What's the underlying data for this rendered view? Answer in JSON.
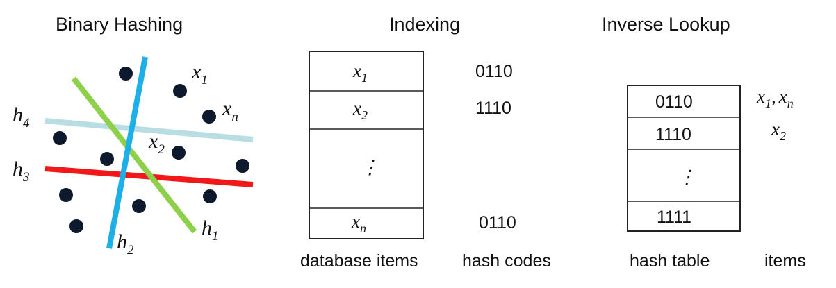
{
  "headings": {
    "binary_hashing": "Binary Hashing",
    "indexing": "Indexing",
    "inverse_lookup": "Inverse Lookup"
  },
  "hyperplanes": [
    {
      "base": "h",
      "sub": "1",
      "color": "#8dd04a"
    },
    {
      "base": "h",
      "sub": "2",
      "color": "#1eaee8"
    },
    {
      "base": "h",
      "sub": "3",
      "color": "#f01818"
    },
    {
      "base": "h",
      "sub": "4",
      "color": "#b8dde3"
    }
  ],
  "point_labels": [
    {
      "base": "x",
      "sub": "1"
    },
    {
      "base": "x",
      "sub": "n"
    },
    {
      "base": "x",
      "sub": "2"
    }
  ],
  "indexing": {
    "rows": [
      {
        "base": "x",
        "sub": "1",
        "code": "0110"
      },
      {
        "base": "x",
        "sub": "2",
        "code": "1110"
      },
      {
        "base": "",
        "sub": "",
        "code": "",
        "ellipsis": "⋮"
      },
      {
        "base": "x",
        "sub": "n",
        "code": "0110"
      }
    ],
    "caption_items": "database items",
    "caption_codes": "hash codes"
  },
  "lookup": {
    "rows": [
      {
        "code": "0110",
        "items": [
          {
            "base": "x",
            "sub": "1"
          },
          {
            "base": "x",
            "sub": "n"
          }
        ]
      },
      {
        "code": "1110",
        "items": [
          {
            "base": "x",
            "sub": "2"
          }
        ]
      },
      {
        "code": "⋮",
        "items": []
      },
      {
        "code": "1111",
        "items": []
      }
    ],
    "separator": ",",
    "caption_table": "hash table",
    "caption_items": "items"
  },
  "colors": {
    "point": "#0d1a2e",
    "point_ring": "#ffffff",
    "border": "#222222"
  }
}
